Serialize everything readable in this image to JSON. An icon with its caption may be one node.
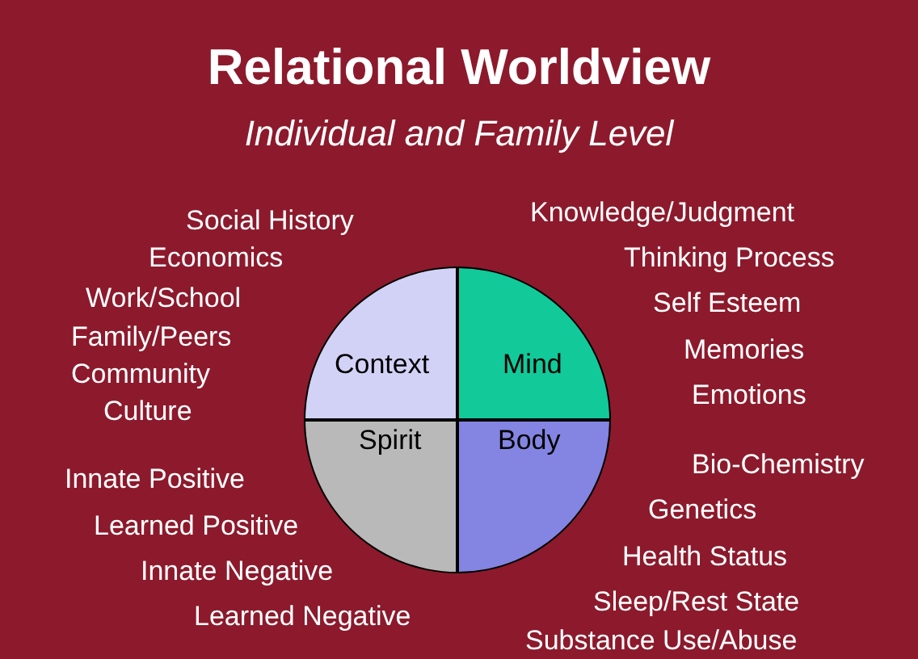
{
  "diagram": {
    "title": "Relational Worldview",
    "nodes": [
      {
        "text": [
          "Context"
        ],
        "beside": [
          "Social History",
          "Economics",
          "Work/School",
          "Family/Peers",
          "Community",
          "Culture"
        ]
      },
      {
        "text": [
          "Mind"
        ],
        "beside": [
          "Knowledge/Judgment",
          "Thinking Process",
          "Self Esteem",
          "Memories",
          "Emotions"
        ]
      },
      {
        "text": [
          "Spirit"
        ],
        "beside": [
          "Innate Positive",
          "Learned Positive",
          "Innate Negative",
          "Learned Negative"
        ]
      },
      {
        "text": [
          "Body"
        ],
        "beside": [
          "Bio-Chemistry",
          "Genetics",
          "Health Status",
          "Sleep/Rest State",
          "Substance Use/Abuse"
        ]
      }
    ],
    "labels": [
      "Individual and Family Level"
    ]
  }
}
